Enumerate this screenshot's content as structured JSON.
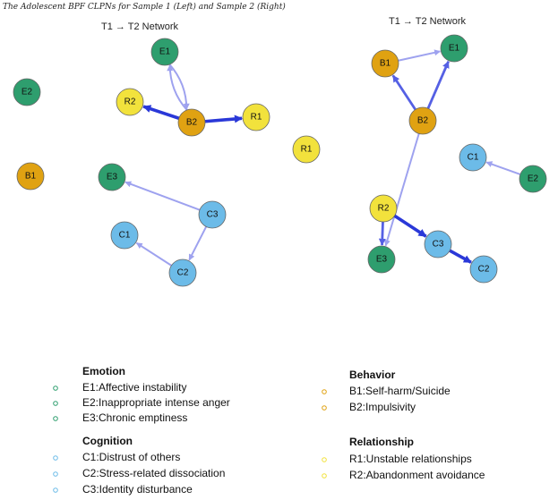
{
  "caption": "The Adolescent BPF CLPNs for Sample 1 (Left) and Sample 2 (Right)",
  "colors": {
    "emotion": "#2e9e6e",
    "behavior": "#e0a212",
    "cognition": "#6cbbe8",
    "relationship": "#f2e23c",
    "edge_weak": "#9ea2ef",
    "edge_strong": "#2a38d8"
  },
  "networks": [
    {
      "id": "sample1",
      "title": "T1 → T2 Network",
      "nodes": [
        {
          "id": "E1",
          "label": "E1",
          "group": "emotion"
        },
        {
          "id": "E2",
          "label": "E2",
          "group": "emotion"
        },
        {
          "id": "E3",
          "label": "E3",
          "group": "emotion"
        },
        {
          "id": "B1",
          "label": "B1",
          "group": "behavior"
        },
        {
          "id": "B2",
          "label": "B2",
          "group": "behavior"
        },
        {
          "id": "R1",
          "label": "R1",
          "group": "relationship"
        },
        {
          "id": "R2",
          "label": "R2",
          "group": "relationship"
        },
        {
          "id": "C1",
          "label": "C1",
          "group": "cognition"
        },
        {
          "id": "C2",
          "label": "C2",
          "group": "cognition"
        },
        {
          "id": "C3",
          "label": "C3",
          "group": "cognition"
        }
      ],
      "edges": [
        {
          "from": "B2",
          "to": "E1",
          "strength": "weak",
          "curve": -1
        },
        {
          "from": "E1",
          "to": "B2",
          "strength": "weak",
          "curve": -1
        },
        {
          "from": "B2",
          "to": "R2",
          "strength": "strong",
          "curve": 0
        },
        {
          "from": "B2",
          "to": "R1",
          "strength": "strong",
          "curve": 0
        },
        {
          "from": "C3",
          "to": "E3",
          "strength": "weak",
          "curve": 0
        },
        {
          "from": "C3",
          "to": "C2",
          "strength": "weak",
          "curve": 0
        },
        {
          "from": "C2",
          "to": "C1",
          "strength": "weak",
          "curve": 0
        }
      ]
    },
    {
      "id": "sample2",
      "title": "T1 → T2 Network",
      "nodes": [
        {
          "id": "R1",
          "label": "R1",
          "group": "relationship"
        },
        {
          "id": "B1",
          "label": "B1",
          "group": "behavior"
        },
        {
          "id": "E1",
          "label": "E1",
          "group": "emotion"
        },
        {
          "id": "B2",
          "label": "B2",
          "group": "behavior"
        },
        {
          "id": "C1",
          "label": "C1",
          "group": "cognition"
        },
        {
          "id": "E2",
          "label": "E2",
          "group": "emotion"
        },
        {
          "id": "R2",
          "label": "R2",
          "group": "relationship"
        },
        {
          "id": "C3",
          "label": "C3",
          "group": "cognition"
        },
        {
          "id": "E3",
          "label": "E3",
          "group": "emotion"
        },
        {
          "id": "C2",
          "label": "C2",
          "group": "cognition"
        }
      ],
      "edges": [
        {
          "from": "B1",
          "to": "E1",
          "strength": "weak",
          "curve": 0
        },
        {
          "from": "B2",
          "to": "B1",
          "strength": "medium",
          "curve": 0
        },
        {
          "from": "B2",
          "to": "E1",
          "strength": "medium",
          "curve": 0
        },
        {
          "from": "B2",
          "to": "E3",
          "strength": "weak",
          "curve": 0
        },
        {
          "from": "E2",
          "to": "C1",
          "strength": "weak",
          "curve": 0
        },
        {
          "from": "R2",
          "to": "E3",
          "strength": "medium",
          "curve": 0
        },
        {
          "from": "R2",
          "to": "C3",
          "strength": "strong",
          "curve": 0
        },
        {
          "from": "C3",
          "to": "C2",
          "strength": "strong",
          "curve": 0
        }
      ]
    }
  ],
  "legend": {
    "groups": [
      {
        "id": "emotion",
        "title": "Emotion",
        "items": [
          "E1:Affective instability",
          "E2:Inappropriate intense anger",
          "E3:Chronic emptiness"
        ]
      },
      {
        "id": "cognition",
        "title": "Cognition",
        "items": [
          "C1:Distrust of others",
          "C2:Stress-related dissociation",
          "C3:Identity disturbance"
        ]
      },
      {
        "id": "behavior",
        "title": "Behavior",
        "items": [
          "B1:Self-harm/Suicide",
          "B2:Impulsivity"
        ]
      },
      {
        "id": "relationship",
        "title": "Relationship",
        "items": [
          "R1:Unstable relationships",
          "R2:Abandonment avoidance"
        ]
      }
    ]
  }
}
